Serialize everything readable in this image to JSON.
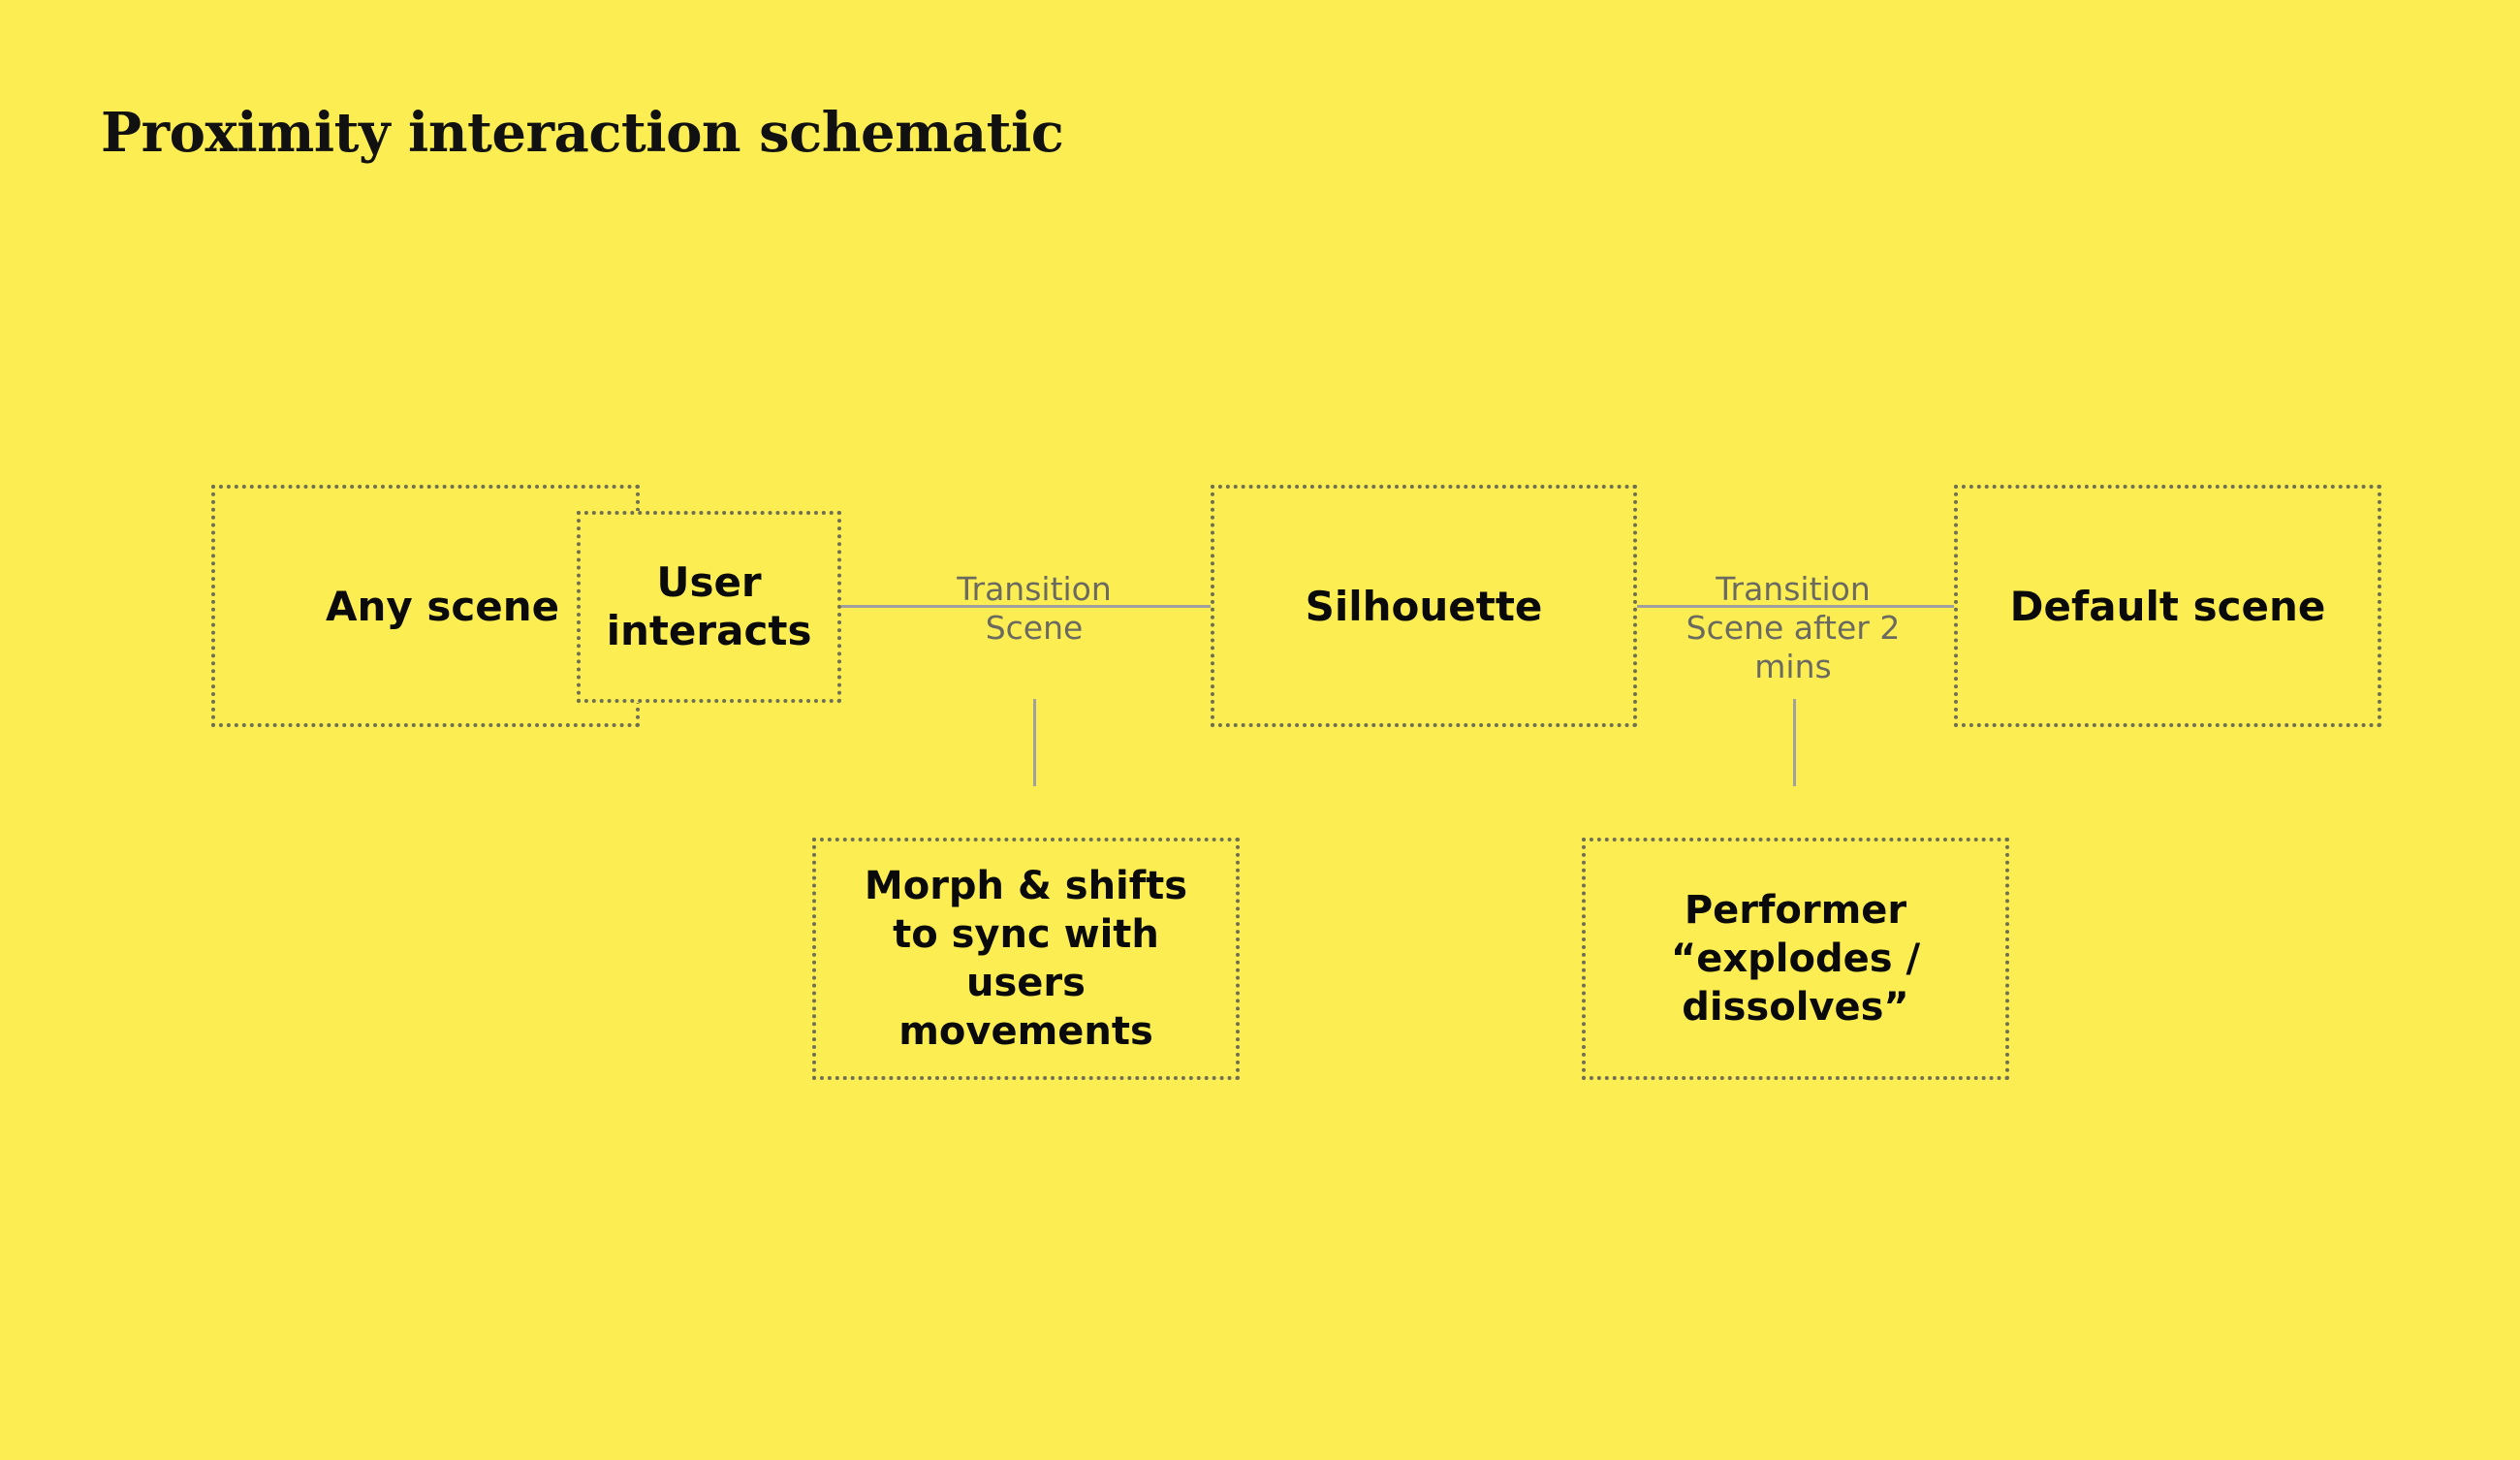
{
  "title": "Proximity interaction schematic",
  "nodes": {
    "any_scene": "Any scene",
    "user_interacts": "User interacts",
    "silhouette": "Silhouette",
    "default_scene": "Default scene",
    "morph": "Morph & shifts to sync with users movements",
    "performer": "Performer “explodes / dissolves”"
  },
  "connectors": {
    "transition_scene": "Transition Scene",
    "transition_after": "Transition Scene after 2 mins"
  },
  "colors": {
    "background": "#fcee52",
    "line": "#a0a0a0",
    "box_border": "#6f6f52",
    "label_text": "#6a6a60"
  }
}
